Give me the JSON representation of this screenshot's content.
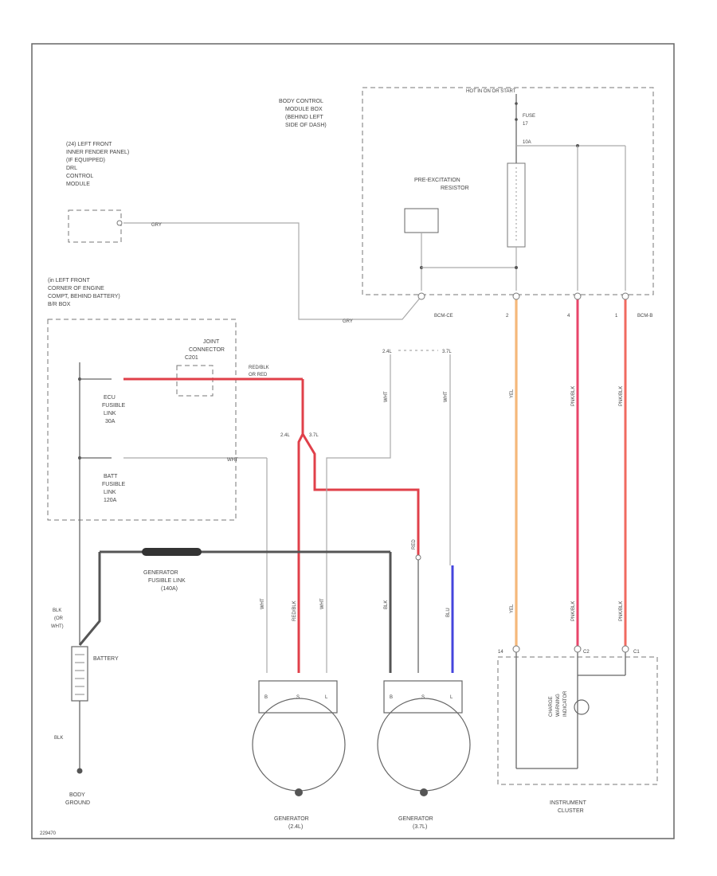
{
  "labels": {
    "drl_location": [
      "(24) LEFT FRONT",
      "INNER FENDER PANEL)",
      "(IF EQUIPPED)",
      "DRL",
      "CONTROL",
      "MODULE"
    ],
    "drl_wire": "GRY",
    "bcm_location": [
      "BODY CONTROL",
      "MODULE BOX",
      "(BEHIND LEFT",
      "SIDE OF DASH)"
    ],
    "hot_at_all_times": "HOT IN ON OR START",
    "fuse_label": [
      "FUSE",
      "17",
      "10A"
    ],
    "pre_excitation_resistor": [
      "PRE-EXCITATION",
      "RESISTOR"
    ],
    "bcm_connector": "BCM-CE",
    "bcm_connector_b": "BCM-B",
    "engine_box_location": [
      "(in LEFT FRONT",
      "CORNER OF ENGINE",
      "COMPT, BEHIND BATTERY)",
      "B/R BOX"
    ],
    "joint_connector": [
      "JOINT",
      "CONNECTOR",
      "C201"
    ],
    "ecu_fusible_link": [
      "ECU",
      "FUSIBLE",
      "LINK",
      "30A"
    ],
    "batt_fusible_link": [
      "BATT",
      "FUSIBLE",
      "LINK",
      "120A"
    ],
    "generator_fusible_link": [
      "GENERATOR",
      "FUSIBLE LINK",
      "(140A)"
    ],
    "battery": "BATTERY",
    "battery_wire": [
      "BLK",
      "(OR",
      "WHT)"
    ],
    "body_ground": [
      "BODY",
      "GROUND"
    ],
    "ground_wire": "BLK",
    "generator_left": [
      "GENERATOR",
      "(2.4L)"
    ],
    "generator_right": [
      "GENERATOR",
      "(3.7L)"
    ],
    "instrument_cluster": [
      "INSTRUMENT",
      "CLUSTER"
    ],
    "charge_indicator": [
      "CHARGE",
      "WARNING",
      "INDICATOR"
    ],
    "engine_2_4": "2.4L",
    "engine_3_7": "3.7L",
    "red_wht_label": [
      "RED/BLK",
      "OR RED"
    ],
    "red_label": "RED",
    "wht_label": "WHT",
    "blu_label": "BLU",
    "pnk_label": "PNK/BLK",
    "yel_label": "YEL",
    "ic_pins": [
      "14",
      "C2",
      "C1"
    ],
    "bcm_pins": [
      "2",
      "4",
      "1"
    ],
    "gen_terminals": [
      "B",
      "S",
      "L"
    ],
    "figure_code": "229470"
  },
  "colors": {
    "red_wire": "#e0404a",
    "pink_wire": "#e8456a",
    "orange_wire": "#f5b87a",
    "blue_wire": "#4444dd",
    "black_wire": "#555555"
  }
}
